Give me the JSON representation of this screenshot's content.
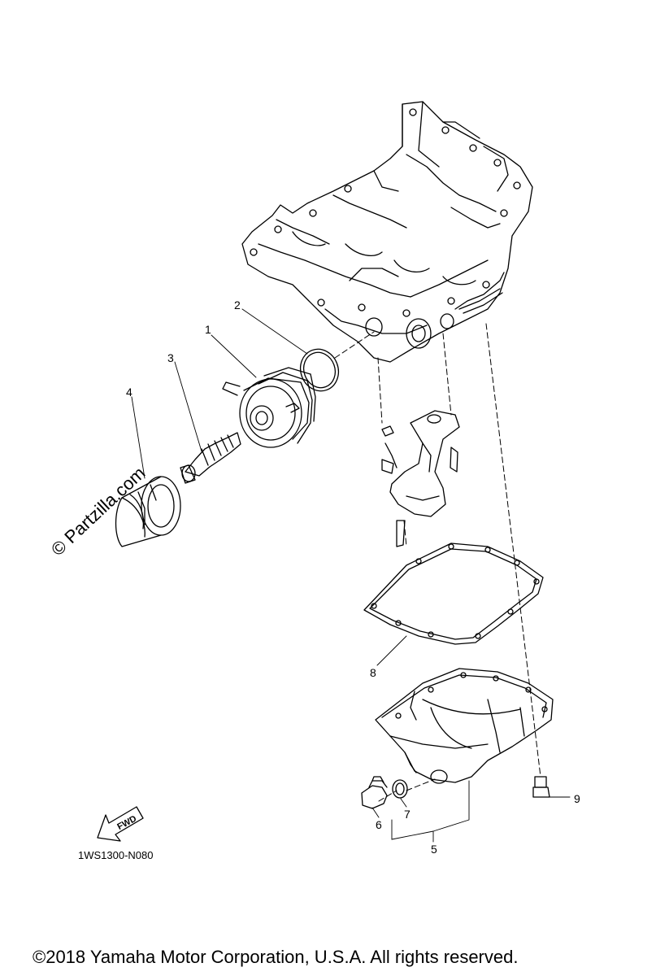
{
  "callouts": [
    {
      "id": "1",
      "label": "1"
    },
    {
      "id": "2",
      "label": "2"
    },
    {
      "id": "3",
      "label": "3"
    },
    {
      "id": "4",
      "label": "4"
    },
    {
      "id": "5",
      "label": "5"
    },
    {
      "id": "6",
      "label": "6"
    },
    {
      "id": "7",
      "label": "7"
    },
    {
      "id": "8",
      "label": "8"
    },
    {
      "id": "9",
      "label": "9"
    }
  ],
  "watermark": "© Partzilla.com",
  "fwd_label": "FWD",
  "diagram_code": "1WS1300-N080",
  "copyright": "©2018  Yamaha Motor Corporation, U.S.A. All rights reserved."
}
